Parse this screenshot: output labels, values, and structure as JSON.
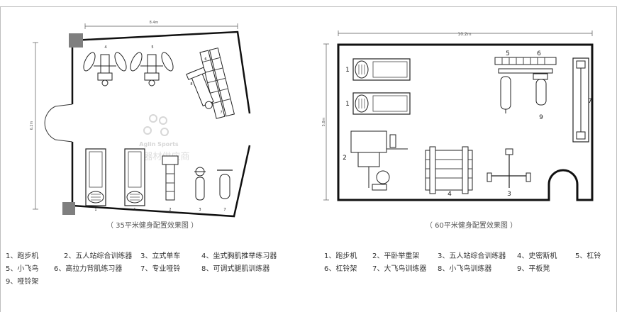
{
  "left_plan": {
    "dimension_top": "8.4m",
    "dimension_side": "6.2m",
    "equipment_numbers": [
      "4",
      "5",
      "8",
      "6",
      "7",
      "1",
      "1",
      "2",
      "3",
      "7"
    ],
    "watermark_brand": "Aglin Sports",
    "watermark_text": "优质器材供应商",
    "caption": "（ 35平米健身配置效果图 ）"
  },
  "right_plan": {
    "dimension_top": "10.2m",
    "dimension_side": "5.8m",
    "equipment_numbers": [
      "1",
      "1",
      "5",
      "6",
      "7",
      "9",
      "2",
      "4",
      "3"
    ],
    "caption": "（ 60平米健身配置效果图 ）"
  },
  "left_legend": {
    "rows": [
      [
        "1、跑步机",
        "2、五人站综合训练器",
        "3、立式单车",
        "4、坐式胸肌推举练习器"
      ],
      [
        "5、小飞鸟",
        "6、高拉力背肌练习器",
        "7、专业哑铃",
        "8、可调式腿肌训练器"
      ],
      [
        "9、哑铃架"
      ]
    ]
  },
  "right_legend": {
    "rows": [
      [
        "1、跑步机",
        "2、平卧举重架",
        "3、五人站综合训练器",
        "4、史密斯机",
        "5、杠铃"
      ],
      [
        "6、杠铃架",
        "7、大飞鸟训练器",
        "8、小飞鸟训练器",
        "9、平板凳"
      ]
    ]
  },
  "colors": {
    "wall": "#111111",
    "line": "#333333",
    "dim": "#555555",
    "watermark": "#bdbdbd",
    "corner": "#7f7f7f"
  }
}
